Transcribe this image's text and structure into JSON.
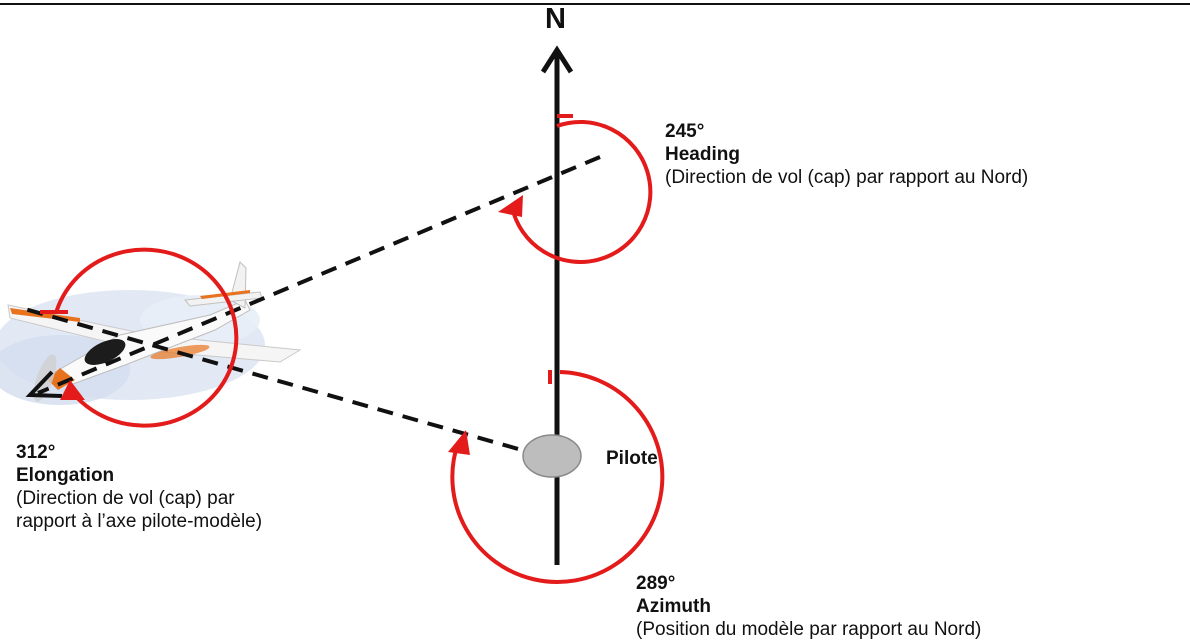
{
  "north_label": "N",
  "pilot_label": "Pilote",
  "heading": {
    "angle": "245°",
    "name": "Heading",
    "description": "(Direction de vol (cap) par rapport au Nord)"
  },
  "elongation": {
    "angle": "312°",
    "name": "Elongation",
    "description_line1": "(Direction de vol (cap) par",
    "description_line2": "rapport à l’axe pilote-modèle)"
  },
  "azimuth": {
    "angle": "289°",
    "name": "Azimuth",
    "description": "(Position du modèle par rapport au Nord)"
  },
  "colors": {
    "arc": "#e31b1b",
    "axis": "#111111",
    "pilot_fill": "#bdbdbd",
    "sky": "#dfe7f3",
    "plane_stripe": "#e8731e"
  }
}
